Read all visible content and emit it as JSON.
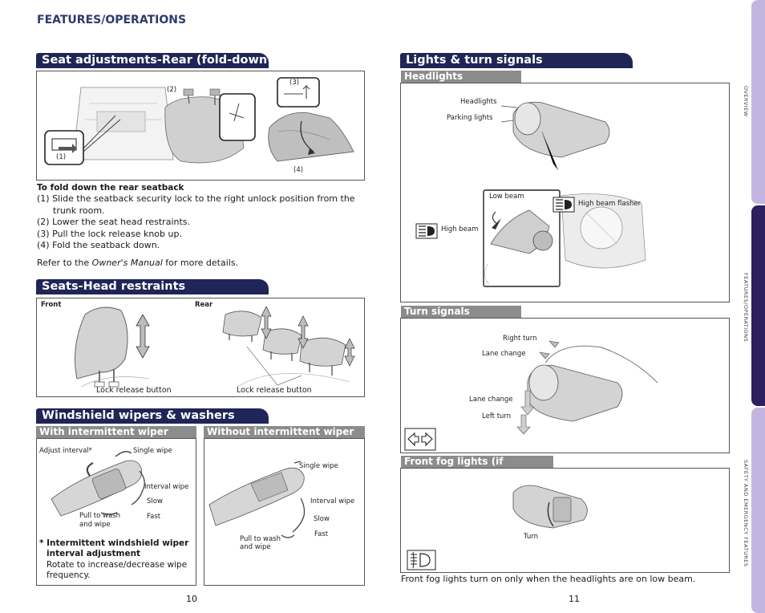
{
  "header": "FEATURES/OPERATIONS",
  "seat": {
    "title": "Seat adjustments-Rear (fold-down type)",
    "callouts": {
      "c1": "(1)",
      "c2": "(2)",
      "c3": "(3)",
      "c4": "(4)"
    },
    "instructions_title": "To fold down the rear seatback",
    "steps": [
      "(1) Slide the seatback security lock to the right unlock position from the",
      "trunk room.",
      "(2) Lower the seat head restraints.",
      "(3) Pull the lock release knob up.",
      "(4) Fold the seatback down."
    ],
    "refer_prefix": "Refer to the ",
    "refer_manual": "Owner's Manual",
    "refer_suffix": " for more details."
  },
  "head": {
    "title": "Seats-Head restraints",
    "front_label": "Front",
    "rear_label": "Rear",
    "front_caption": "Lock release button",
    "rear_caption": "Lock release button"
  },
  "wipers": {
    "title": "Windshield wipers & washers",
    "with_title": "With intermittent wiper",
    "without_title": "Without intermittent wiper",
    "with_labels": {
      "adjust": "Adjust interval*",
      "single": "Single wipe",
      "interval": "Interval wipe",
      "slow": "Slow",
      "fast": "Fast",
      "pull1": "Pull to wash",
      "pull2": "and wipe"
    },
    "without_labels": {
      "single": "Single wipe",
      "interval": "Interval wipe",
      "slow": "Slow",
      "fast": "Fast",
      "pull1": "Pull to wash",
      "pull2": "and wipe"
    },
    "note_title_1": "* Intermittent windshield wiper",
    "note_title_2": "interval adjustment",
    "note_body_1": "Rotate to increase/decrease wipe",
    "note_body_2": "frequency."
  },
  "lights": {
    "title": "Lights & turn signals",
    "headlights_title": "Headlights",
    "headlights_label": "Headlights",
    "parking_label": "Parking lights",
    "low_beam": "Low beam",
    "high_beam": "High beam",
    "high_beam_flasher": "High beam flasher",
    "turn_title": "Turn signals",
    "right_turn": "Right turn",
    "lane_change_up": "Lane change",
    "lane_change_down": "Lane change",
    "left_turn": "Left turn",
    "fog_title": "Front fog lights (if equipped)",
    "fog_turn": "Turn",
    "fog_note": "Front fog lights turn on only when the headlights are on low beam."
  },
  "pages": {
    "left": "10",
    "right": "11"
  },
  "sidebar": {
    "overview": "OVERVIEW",
    "features": "FEATURES/OPERATIONS",
    "safety": "SAFETY AND EMERGENCY FEATURES"
  },
  "colors": {
    "title_bar": "#1f2557",
    "sub_bar": "#8c8c8c",
    "tab": "#c4b5e0",
    "tab_active": "#2e1f5e"
  }
}
